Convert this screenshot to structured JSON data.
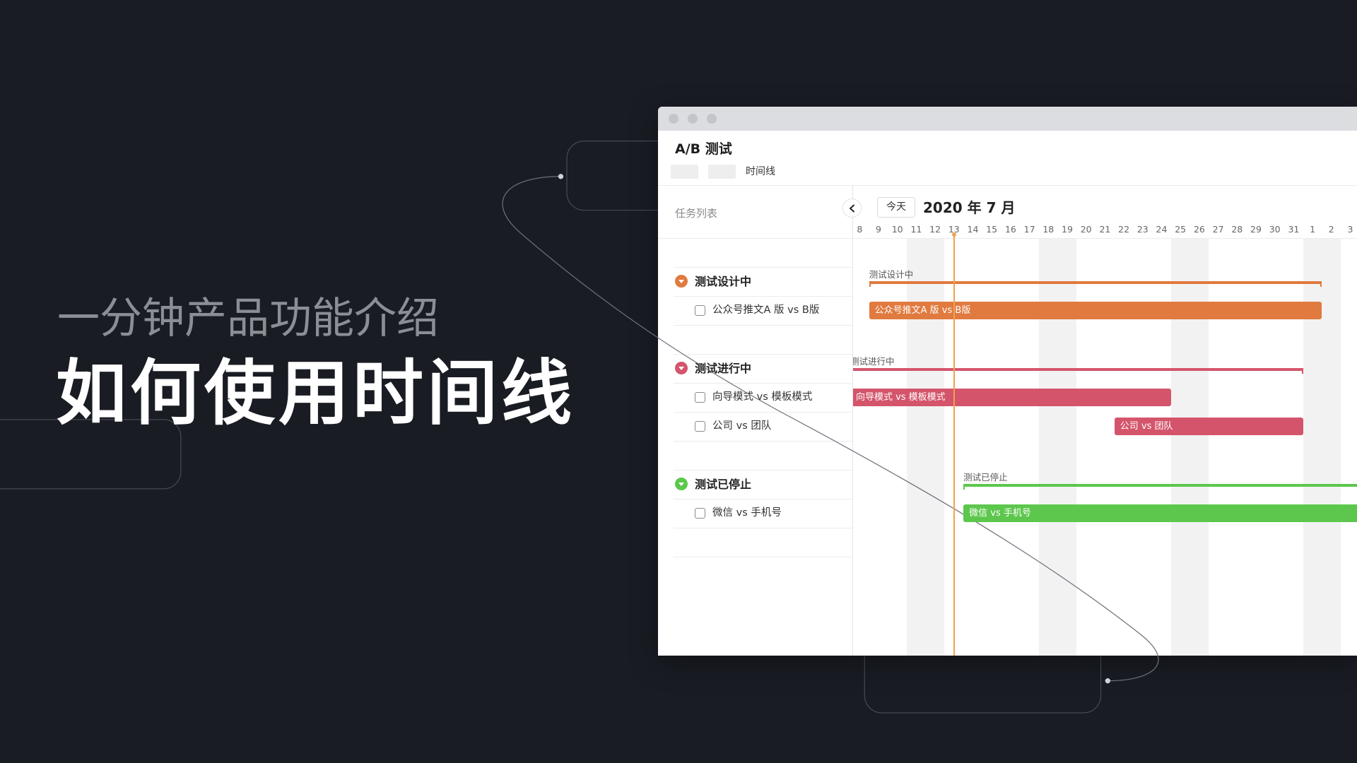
{
  "hero": {
    "subtitle": "一分钟产品功能介绍",
    "title": "如何使用时间线"
  },
  "colors": {
    "background": "#191c23",
    "subtitle_text": "#8b8e94",
    "title_text": "#ffffff",
    "today_line": "#f0a14c"
  },
  "window": {
    "controls": [
      "close-icon",
      "minimize-icon",
      "maximize-icon"
    ],
    "title": "A/B 测试",
    "view_tab_label": "时间线",
    "task_list_header": "任务列表",
    "timeline": {
      "back_icon": "chevron-left-icon",
      "today_button": "今天",
      "month_label": "2020 年 7 月",
      "today": "2020-07-13",
      "days": [
        {
          "label": "8",
          "weekend": false
        },
        {
          "label": "9",
          "weekend": false
        },
        {
          "label": "10",
          "weekend": false
        },
        {
          "label": "11",
          "weekend": true
        },
        {
          "label": "12",
          "weekend": true
        },
        {
          "label": "13",
          "weekend": false
        },
        {
          "label": "14",
          "weekend": false
        },
        {
          "label": "15",
          "weekend": false
        },
        {
          "label": "16",
          "weekend": false
        },
        {
          "label": "17",
          "weekend": false
        },
        {
          "label": "18",
          "weekend": true
        },
        {
          "label": "19",
          "weekend": true
        },
        {
          "label": "20",
          "weekend": false
        },
        {
          "label": "21",
          "weekend": false
        },
        {
          "label": "22",
          "weekend": false
        },
        {
          "label": "23",
          "weekend": false
        },
        {
          "label": "24",
          "weekend": false
        },
        {
          "label": "25",
          "weekend": true
        },
        {
          "label": "26",
          "weekend": true
        },
        {
          "label": "27",
          "weekend": false
        },
        {
          "label": "28",
          "weekend": false
        },
        {
          "label": "29",
          "weekend": false
        },
        {
          "label": "30",
          "weekend": false
        },
        {
          "label": "31",
          "weekend": false
        },
        {
          "label": "1",
          "weekend": true
        },
        {
          "label": "2",
          "weekend": true
        },
        {
          "label": "3",
          "weekend": false
        }
      ]
    },
    "groups": [
      {
        "name": "测试设计中",
        "color": "#e07a3f",
        "toggle_icon": "caret-down-icon",
        "start": "2020-07-09",
        "end": "2020-08-01",
        "tasks": [
          {
            "name": "公众号推文A 版 vs B版",
            "checked": false,
            "start": "2020-07-09",
            "end": "2020-08-01"
          }
        ]
      },
      {
        "name": "测试进行中",
        "color": "#d4556b",
        "toggle_icon": "caret-down-icon",
        "start": "2020-07-08",
        "end": "2020-07-31",
        "tasks": [
          {
            "name": "向导模式 vs 模板模式",
            "checked": false,
            "start": "2020-07-08",
            "end": "2020-07-24"
          },
          {
            "name": "公司 vs 团队",
            "checked": false,
            "start": "2020-07-22",
            "end": "2020-07-31"
          }
        ]
      },
      {
        "name": "测试已停止",
        "color": "#5cc74c",
        "toggle_icon": "caret-down-icon",
        "start": "2020-07-14",
        "end": "2020-08-03",
        "tasks": [
          {
            "name": "微信 vs 手机号",
            "checked": false,
            "start": "2020-07-14",
            "end": "2020-08-03"
          }
        ]
      }
    ]
  }
}
